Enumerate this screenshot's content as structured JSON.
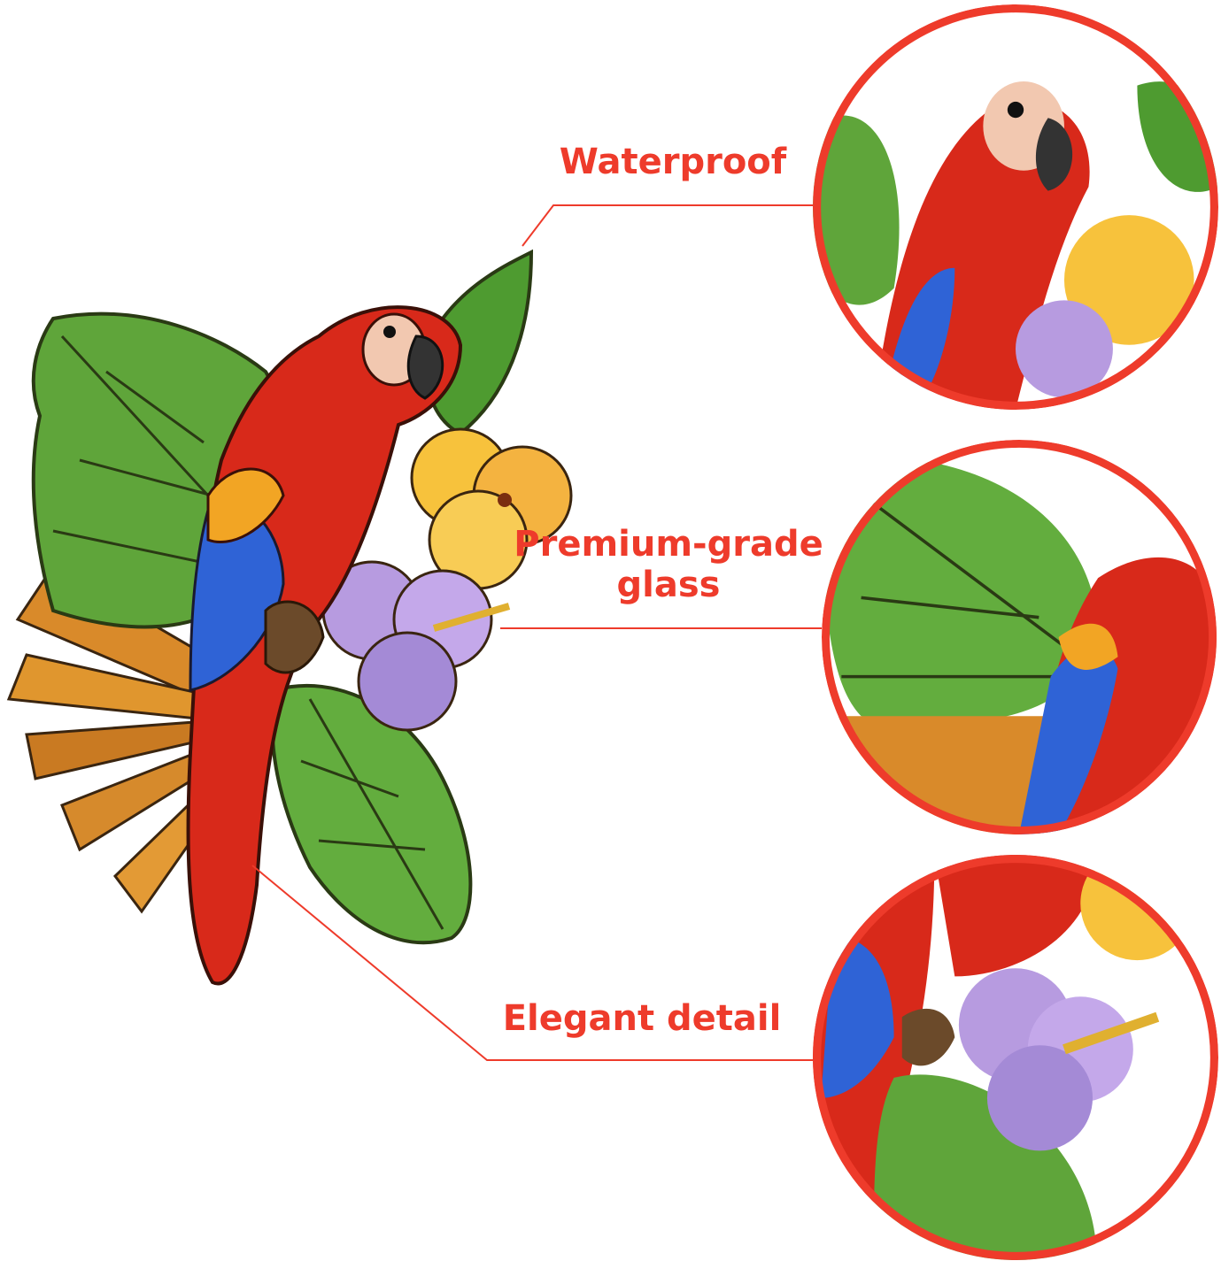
{
  "colors": {
    "accent": "#ee3b2b",
    "parrot_red": "#d8291a",
    "leaf_green": "#5fa53a",
    "flower_yellow": "#f7c23c",
    "flower_purple": "#b79be0",
    "wing_blue": "#2f63d6",
    "palm_orange": "#d98a2a"
  },
  "callouts": [
    {
      "label": "Waterproof"
    },
    {
      "label": "Premium-grade\nglass"
    },
    {
      "label": "Elegant detail"
    }
  ],
  "zoom_views": [
    {
      "subject": "parrot head and yellow hibiscus"
    },
    {
      "subject": "monstera leaf and wing"
    },
    {
      "subject": "purple hibiscus and talon"
    }
  ]
}
